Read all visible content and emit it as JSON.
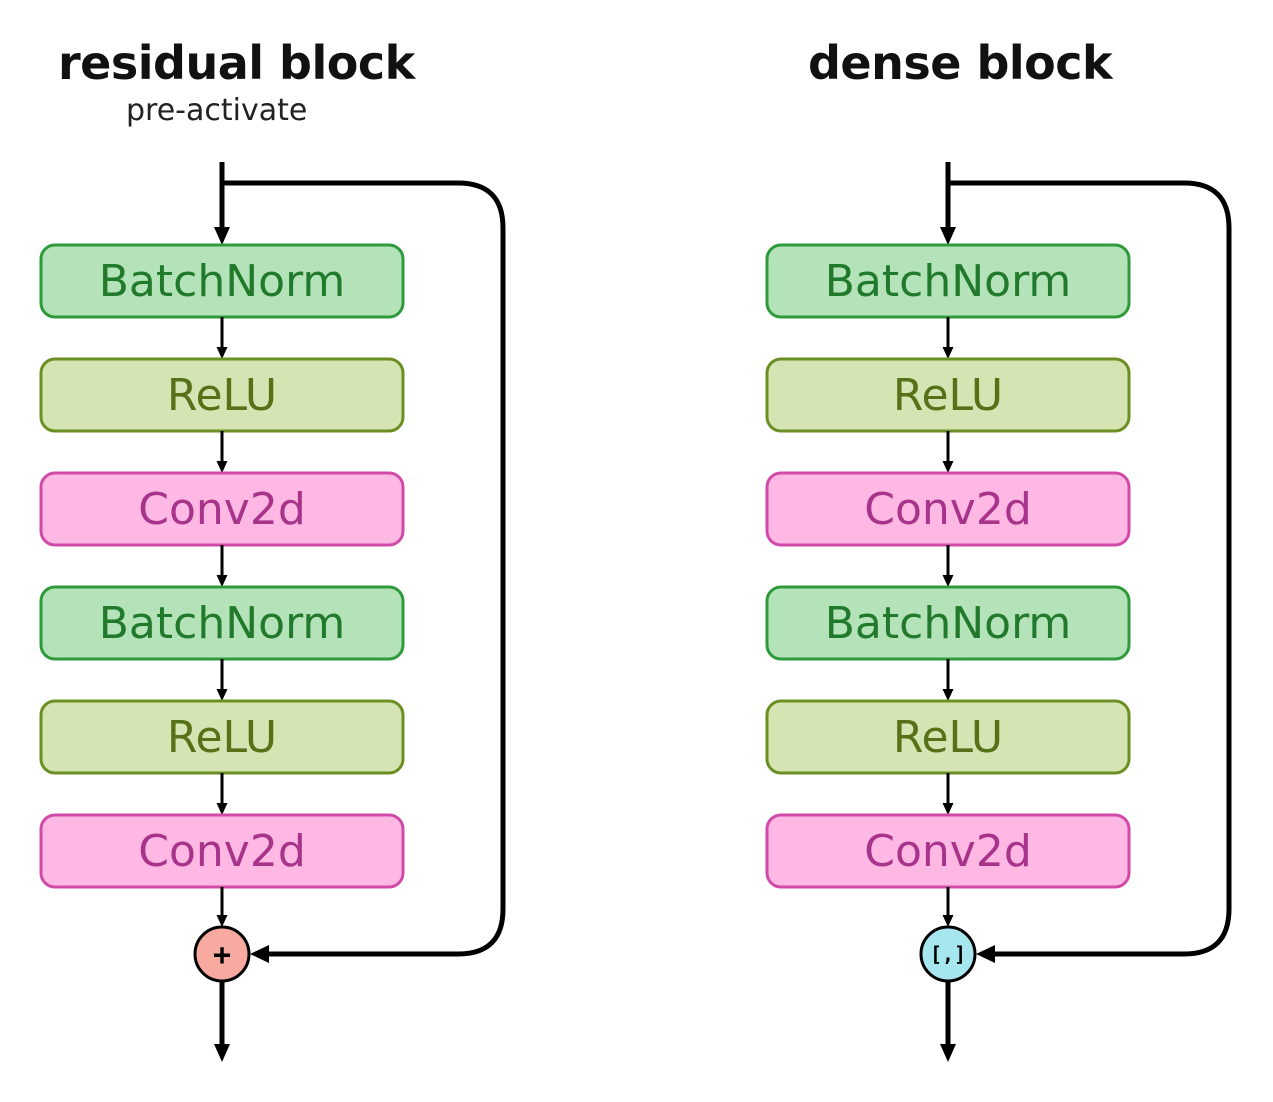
{
  "colors": {
    "batchnorm": {
      "fill": "#b5e3b9",
      "stroke": "#2e9a3c",
      "text": "#217a2c"
    },
    "relu": {
      "fill": "#d4e4b2",
      "stroke": "#6b8f23",
      "text": "#567118"
    },
    "conv2d": {
      "fill": "#ffb8e3",
      "stroke": "#d24aa8",
      "text": "#a8338a"
    },
    "arrow": "#000000",
    "add_fill": "#f8a9a0",
    "concat_fill": "#a6e6ef"
  },
  "residual": {
    "title": "residual block",
    "subtitle": "pre-activate",
    "layers": [
      {
        "label": "BatchNorm",
        "kind": "batchnorm"
      },
      {
        "label": "ReLU",
        "kind": "relu"
      },
      {
        "label": "Conv2d",
        "kind": "conv2d"
      },
      {
        "label": "BatchNorm",
        "kind": "batchnorm"
      },
      {
        "label": "ReLU",
        "kind": "relu"
      },
      {
        "label": "Conv2d",
        "kind": "conv2d"
      }
    ],
    "merge_op": "+"
  },
  "dense": {
    "title": "dense block",
    "layers": [
      {
        "label": "BatchNorm",
        "kind": "batchnorm"
      },
      {
        "label": "ReLU",
        "kind": "relu"
      },
      {
        "label": "Conv2d",
        "kind": "conv2d"
      },
      {
        "label": "BatchNorm",
        "kind": "batchnorm"
      },
      {
        "label": "ReLU",
        "kind": "relu"
      },
      {
        "label": "Conv2d",
        "kind": "conv2d"
      }
    ],
    "merge_op": "[,]"
  }
}
